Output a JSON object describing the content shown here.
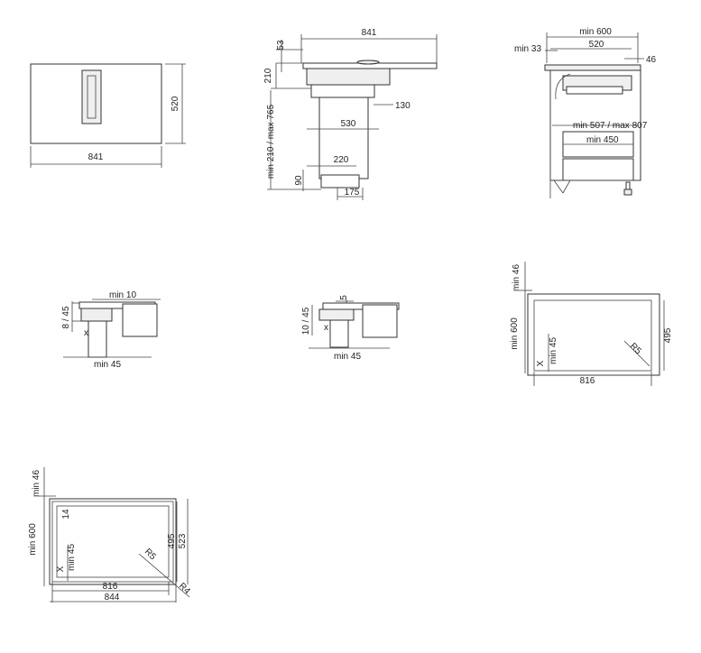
{
  "top_view": {
    "depth": "520",
    "width": "841"
  },
  "side_view": {
    "width": "841",
    "glass": "53",
    "unit_height": "210",
    "height_range": "min 210 / max 765",
    "offset": "130",
    "duct_width": "530",
    "outlet_width": "220",
    "outlet_height": "90",
    "outlet_depth": "175"
  },
  "cabinet": {
    "outer": "min 600",
    "left_gap": "min 33",
    "inner": "520",
    "top_gap": "46",
    "drawer_range": "min 507 / max 807",
    "drawer_depth": "min 450"
  },
  "detail_a": {
    "top": "min 10",
    "height": "8 / 45",
    "x": "x",
    "bottom": "min 45"
  },
  "detail_b": {
    "top": "5",
    "height": "10 / 45",
    "x": "x",
    "bottom": "min 45"
  },
  "cutout_a": {
    "top": "min 46",
    "depth": "min 600",
    "height": "495",
    "x": "X",
    "edge": "min 45",
    "radius": "R5",
    "width": "816"
  },
  "cutout_b": {
    "top": "min 46",
    "depth": "min 600",
    "rim": "14",
    "x": "X",
    "edge": "min 45",
    "radius_inner": "R5",
    "radius_outer": "R4",
    "height_inner": "495",
    "height_outer": "523",
    "width_inner": "816",
    "width_outer": "844"
  }
}
